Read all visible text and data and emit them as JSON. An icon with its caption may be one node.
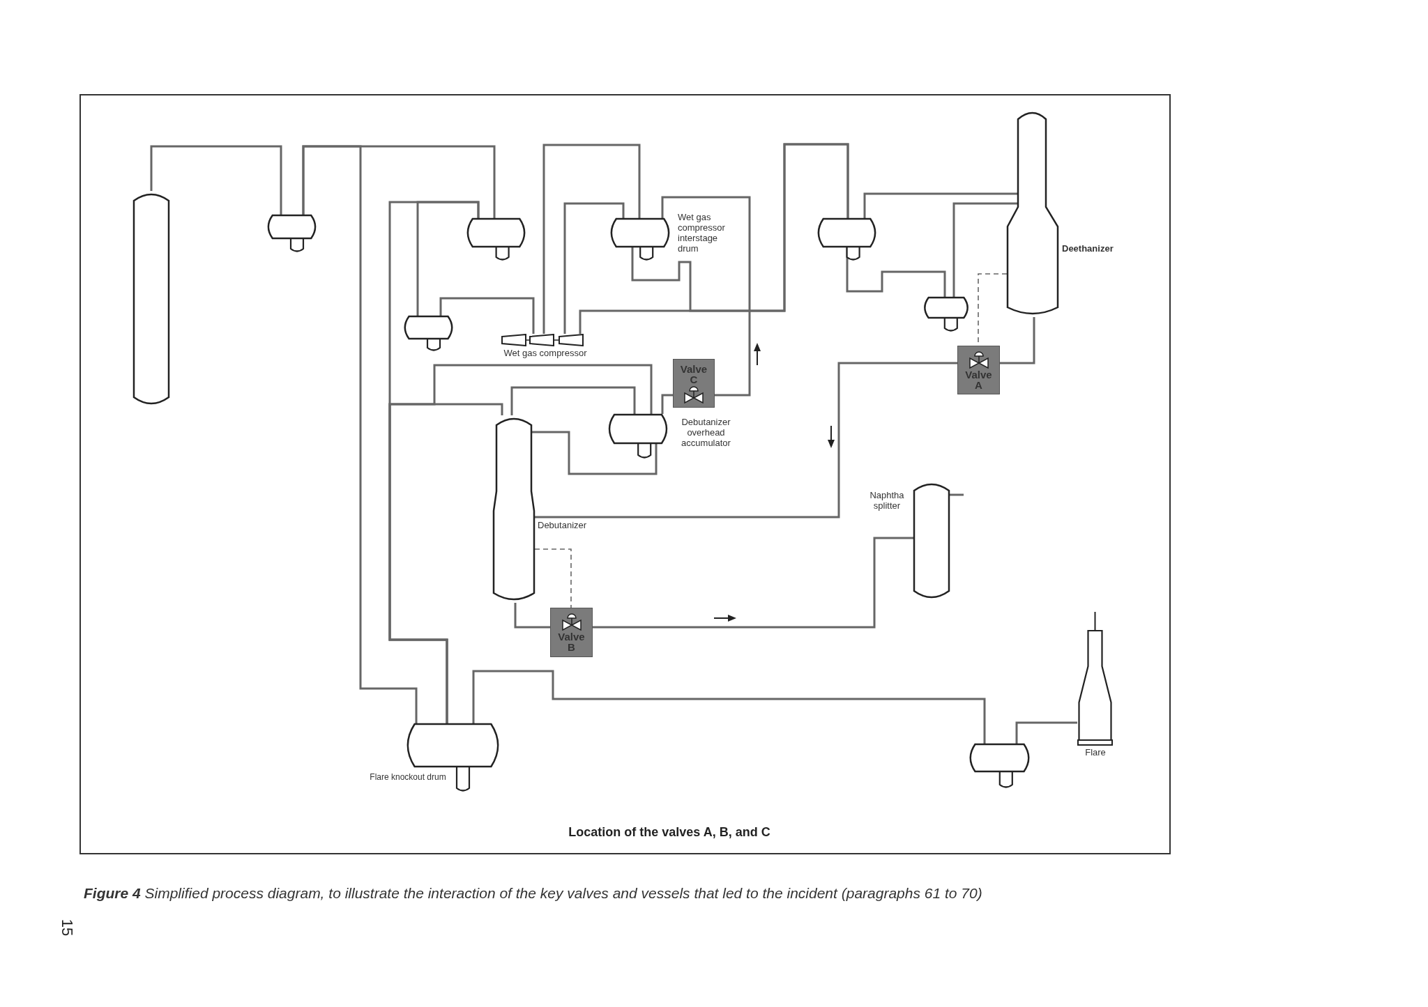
{
  "diagram": {
    "title": "Location of the valves A, B, and C",
    "caption": "**Figure 4** Simplified process diagram, to illustrate the interaction of the key valves and vessels that led to the incident (paragraphs 61 to 70)",
    "nodes": [
      {
        "text": [],
        "shape": "column"
      },
      {
        "text": [],
        "shape": "drum"
      },
      {
        "text": [],
        "shape": "drum"
      },
      {
        "text": [],
        "shape": "drum",
        "beside": [
          "Wet gas compressor interstage drum"
        ]
      },
      {
        "text": [],
        "shape": "drum"
      },
      {
        "text": [],
        "shape": "column",
        "beside": [
          "Deethanizer"
        ]
      },
      {
        "text": [],
        "shape": "drum"
      },
      {
        "text": [],
        "shape": "drum"
      },
      {
        "text": [],
        "shape": "compressor",
        "beside": [
          "Wet gas compressor"
        ]
      },
      {
        "text": [
          "Valve C"
        ]
      },
      {
        "text": [
          "Valve A"
        ]
      },
      {
        "text": [],
        "shape": "drum",
        "beside": [
          "Debutanizer overhead accumulator"
        ]
      },
      {
        "text": [],
        "shape": "column",
        "beside": [
          "Debutanizer"
        ]
      },
      {
        "text": [],
        "shape": "column",
        "beside": [
          "Naphtha splitter"
        ]
      },
      {
        "text": [
          "Valve B"
        ]
      },
      {
        "text": [],
        "shape": "drum",
        "beside": [
          "Flare knockout drum"
        ]
      },
      {
        "text": [],
        "shape": "drum"
      },
      {
        "text": [],
        "shape": "stack",
        "beside": [
          "Flare"
        ]
      }
    ],
    "edges": [
      {
        "from": 0,
        "to": 1,
        "arrow": "none"
      },
      {
        "from": 1,
        "to": 2,
        "arrow": "none"
      },
      {
        "from": 1,
        "to": 15,
        "arrow": "none"
      },
      {
        "from": 7,
        "to": 2,
        "arrow": "none"
      },
      {
        "from": 7,
        "to": 8,
        "arrow": "none"
      },
      {
        "from": 8,
        "to": 3,
        "arrow": "none"
      },
      {
        "from": 3,
        "to": 8,
        "arrow": "none"
      },
      {
        "from": 8,
        "to": 4,
        "arrow": "none"
      },
      {
        "from": 3,
        "to": 4,
        "arrow": "none"
      },
      {
        "from": 4,
        "to": 5,
        "arrow": "none"
      },
      {
        "from": 4,
        "to": 6,
        "arrow": "none"
      },
      {
        "from": 5,
        "to": 6,
        "arrow": "none"
      },
      {
        "from": 5,
        "to": 10,
        "arrow": "none"
      },
      {
        "from": 5,
        "to": 10,
        "arrow": "none",
        "style": "dashed"
      },
      {
        "from": 10,
        "to": 12,
        "arrow": "none"
      },
      {
        "from": 12,
        "to": 11,
        "arrow": "none"
      },
      {
        "from": 11,
        "to": 12,
        "arrow": "none"
      },
      {
        "from": 11,
        "to": 9,
        "arrow": "none"
      },
      {
        "from": 9,
        "to": 3,
        "arrow": "none"
      },
      {
        "from": 12,
        "to": 15,
        "arrow": "none"
      },
      {
        "from": 11,
        "to": 15,
        "arrow": "none"
      },
      {
        "from": 2,
        "to": 15,
        "arrow": "none"
      },
      {
        "from": 12,
        "to": 14,
        "arrow": "none"
      },
      {
        "from": 12,
        "to": 14,
        "arrow": "none",
        "style": "dashed"
      },
      {
        "from": 14,
        "to": 13,
        "arrow": "none"
      },
      {
        "from": 15,
        "to": 16,
        "arrow": "none"
      },
      {
        "from": 16,
        "to": 17,
        "arrow": "none"
      },
      {
        "from": 13,
        "to": null,
        "arrow": "none"
      }
    ],
    "labels": [
      "15"
    ]
  }
}
